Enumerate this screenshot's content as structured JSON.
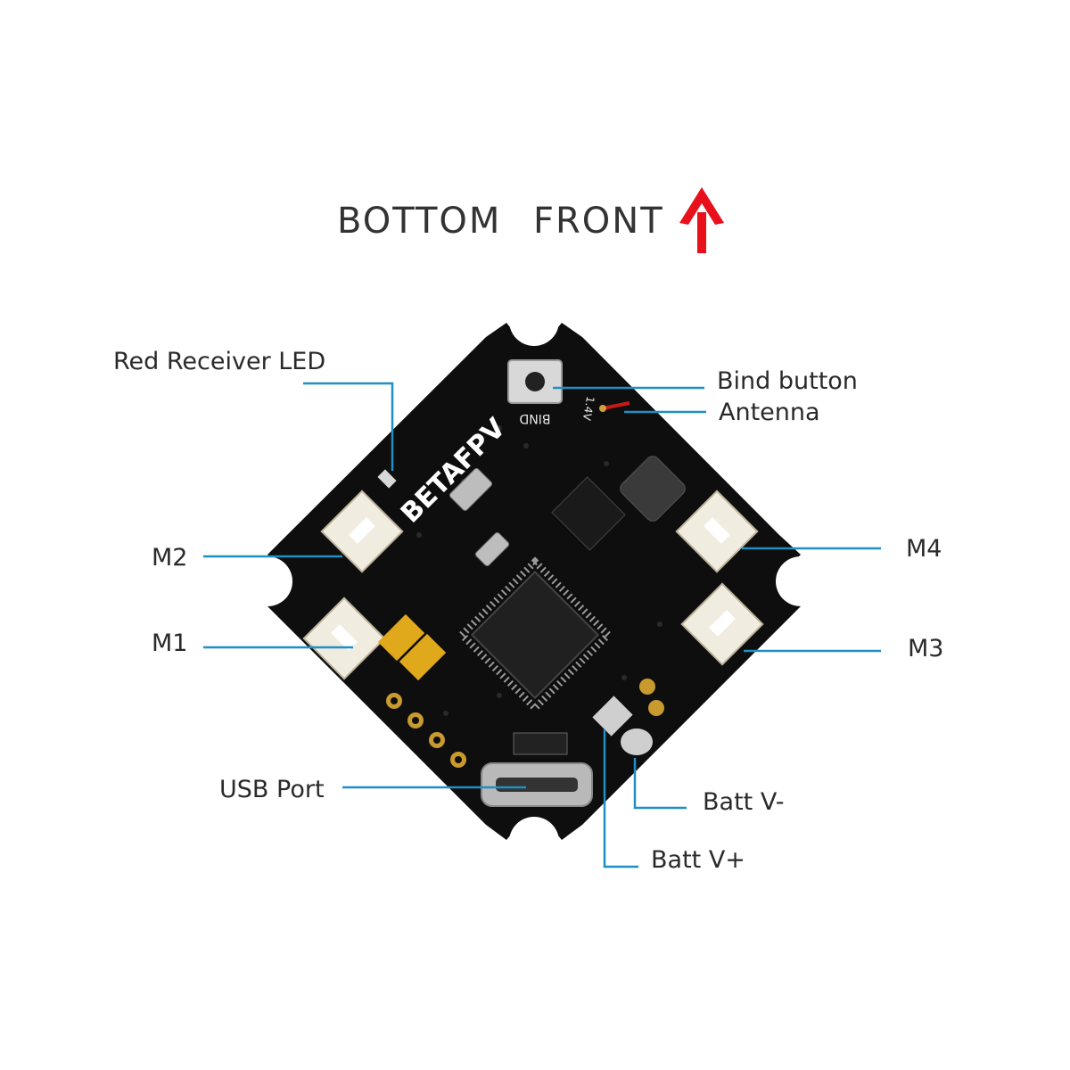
{
  "title": {
    "bottom": "BOTTOM",
    "front": "FRONT"
  },
  "board": {
    "logo": "BETAFPV",
    "bind_silk": "BIND",
    "voltage_silk": "1.4V"
  },
  "labels": {
    "red_receiver_led": "Red Receiver LED",
    "bind_button": "Bind button",
    "antenna": "Antenna",
    "m2": "M2",
    "m1": "M1",
    "m4": "M4",
    "m3": "M3",
    "usb_port": "USB Port",
    "batt_vminus": "Batt V-",
    "batt_vplus": "Batt V+"
  },
  "colors": {
    "arrow": "#e8101a",
    "leader": "#1f8fc4",
    "board": "#0e0e0e"
  }
}
